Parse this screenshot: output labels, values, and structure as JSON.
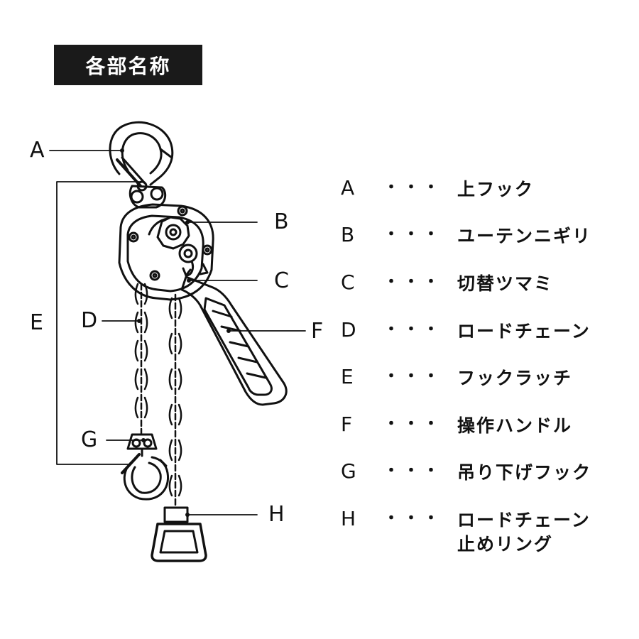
{
  "title": "各部名称",
  "callouts": [
    "A",
    "B",
    "C",
    "D",
    "E",
    "F",
    "G",
    "H"
  ],
  "legend": [
    {
      "letter": "A",
      "dots": "・・・",
      "name": "上フック"
    },
    {
      "letter": "B",
      "dots": "・・・",
      "name": "ユーテンニギリ"
    },
    {
      "letter": "C",
      "dots": "・・・",
      "name": "切替ツマミ"
    },
    {
      "letter": "D",
      "dots": "・・・",
      "name": "ロードチェーン"
    },
    {
      "letter": "E",
      "dots": "・・・",
      "name": "フックラッチ"
    },
    {
      "letter": "F",
      "dots": "・・・",
      "name": "操作ハンドル"
    },
    {
      "letter": "G",
      "dots": "・・・",
      "name": "吊り下げフック"
    },
    {
      "letter": "H",
      "dots": "・・・",
      "name": "ロードチェーン\n止めリング"
    }
  ],
  "colors": {
    "ink": "#111111",
    "title_bg": "#1a1a1a",
    "title_fg": "#ffffff"
  }
}
